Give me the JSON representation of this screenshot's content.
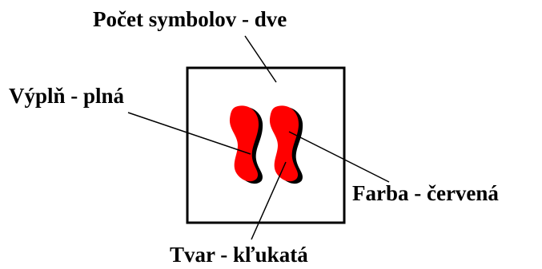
{
  "labels": {
    "count": "Počet symbolov - dve",
    "fill": "Výplň - plná",
    "color": "Farba - červená",
    "shape": "Tvar - kľukatá"
  },
  "colors": {
    "symbol_fill": "#ff0000",
    "symbol_shadow": "#000000",
    "stroke": "#000000",
    "background": "#ffffff"
  }
}
